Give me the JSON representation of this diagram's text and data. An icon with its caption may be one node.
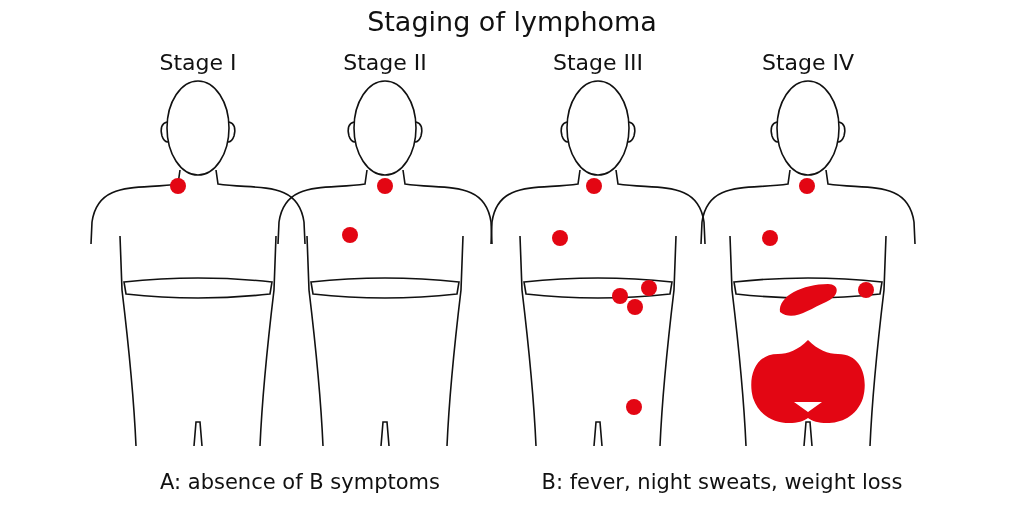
{
  "diagram": {
    "title": "Staging of lymphoma",
    "labels": [
      "Stage I",
      "Stage II",
      "Stage III",
      "Stage IV",
      "A: absence of B symptoms",
      "B: fever, night sweats, weight loss"
    ]
  }
}
